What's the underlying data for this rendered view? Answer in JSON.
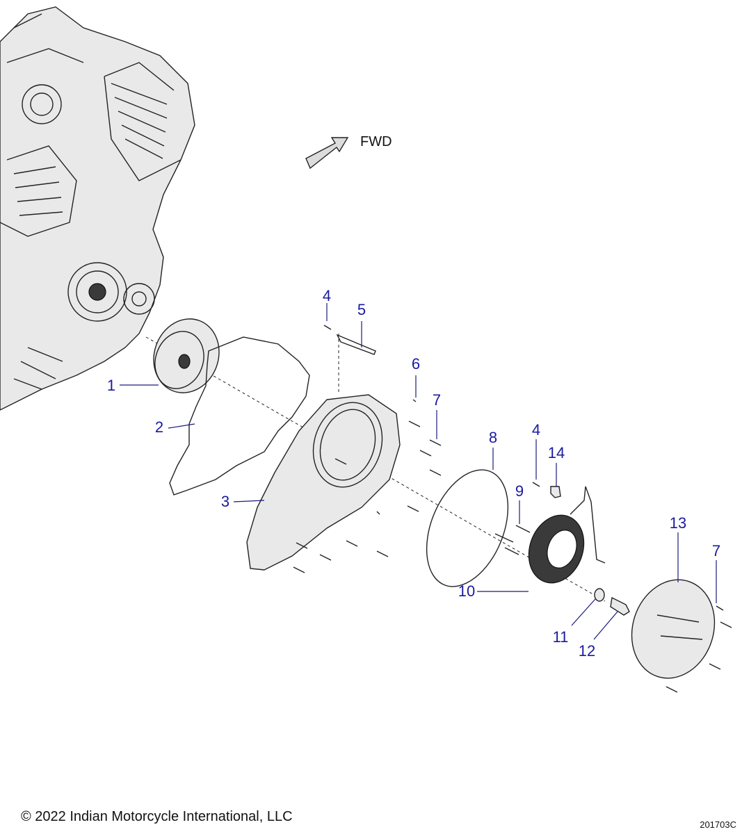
{
  "direction_label": "FWD",
  "callouts": {
    "c1": "1",
    "c2": "2",
    "c3": "3",
    "c4a": "4",
    "c4b": "4",
    "c5": "5",
    "c6": "6",
    "c7a": "7",
    "c7b": "7",
    "c8": "8",
    "c9": "9",
    "c10": "10",
    "c11": "11",
    "c12": "12",
    "c13": "13",
    "c14": "14"
  },
  "footer": {
    "copyright": "© 2022 Indian Motorcycle International, LLC",
    "drawing_number": "201703C"
  },
  "icons": {
    "direction_arrow": "fwd-arrow-icon"
  }
}
